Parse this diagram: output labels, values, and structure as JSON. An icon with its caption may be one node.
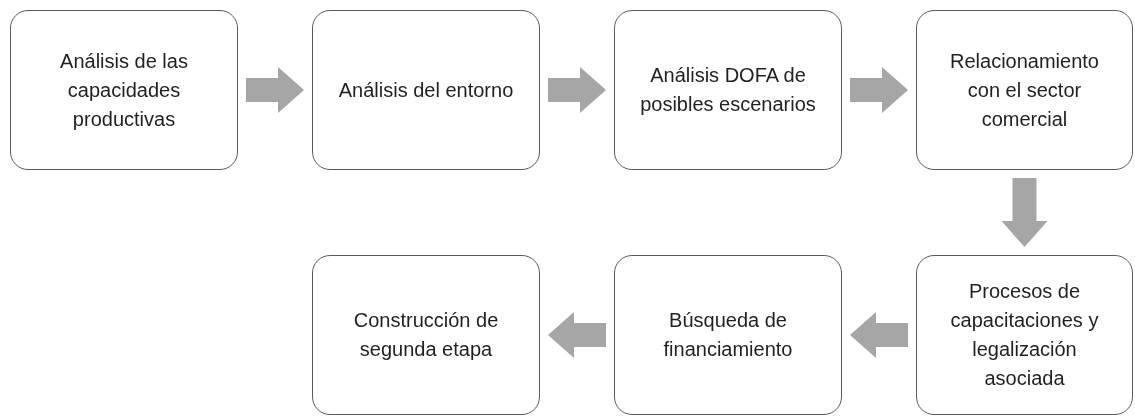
{
  "diagram": {
    "nodes": [
      {
        "text": [
          "Análisis de las capacidades productivas"
        ]
      },
      {
        "text": [
          "Análisis del entorno"
        ]
      },
      {
        "text": [
          "Análisis DOFA de posibles escenarios"
        ]
      },
      {
        "text": [
          "Relacionamiento con el sector comercial"
        ]
      },
      {
        "text": [
          "Procesos de capacitaciones y legalización asociada"
        ]
      },
      {
        "text": [
          "Búsqueda de financiamiento"
        ]
      },
      {
        "text": [
          "Construcción de segunda etapa"
        ]
      }
    ],
    "edges": [
      {
        "from": 0,
        "to": 1,
        "arrow": "to"
      },
      {
        "from": 1,
        "to": 2,
        "arrow": "to"
      },
      {
        "from": 2,
        "to": 3,
        "arrow": "to"
      },
      {
        "from": 3,
        "to": 4,
        "arrow": "to"
      },
      {
        "from": 4,
        "to": 5,
        "arrow": "to"
      },
      {
        "from": 5,
        "to": 6,
        "arrow": "to"
      }
    ]
  }
}
